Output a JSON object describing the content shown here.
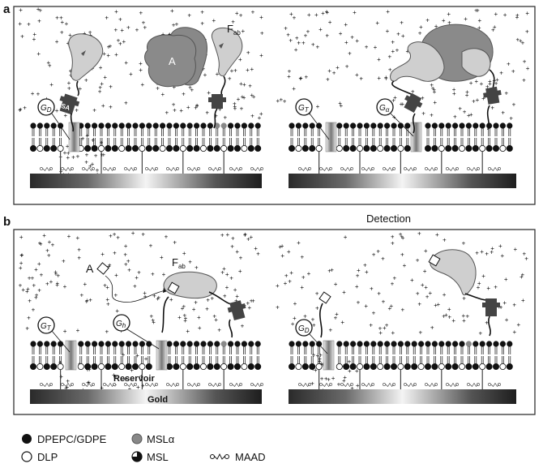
{
  "figure": {
    "panel_a": {
      "letter": "a",
      "analyte": "A",
      "fab_main": "F",
      "fab_sub": "ab",
      "sa": "SA",
      "left_channel": {
        "main": "G",
        "sub": "D"
      },
      "right_channel_1": {
        "main": "G",
        "sub": "T"
      },
      "right_channel_2": {
        "main": "G",
        "sub": "α"
      }
    },
    "panel_b": {
      "letter": "b",
      "caption": "Detection",
      "analyte": "A",
      "fab_main": "F",
      "fab_sub": "ab",
      "left_channel_1": {
        "main": "G",
        "sub": "T"
      },
      "left_channel_2": {
        "main": "G",
        "sub": "h"
      },
      "right_channel": {
        "main": "G",
        "sub": "D"
      },
      "reservoir": "Reservoir",
      "gold": "Gold"
    },
    "legend": {
      "items": [
        {
          "label": "DPEPC/GDPE",
          "icon": "filled-circle-icon"
        },
        {
          "label": "DLP",
          "icon": "open-circle-icon"
        },
        {
          "label": "MSLα",
          "icon": "grey-circle-icon"
        },
        {
          "label": "MSL",
          "icon": "half-circle-icon"
        },
        {
          "label": "MAAD",
          "icon": "linker-icon"
        }
      ]
    },
    "colors": {
      "frame": "#333333",
      "protein": "#8a8a8a",
      "fab": "#cfcfcf",
      "head_dark": "#111111"
    }
  }
}
